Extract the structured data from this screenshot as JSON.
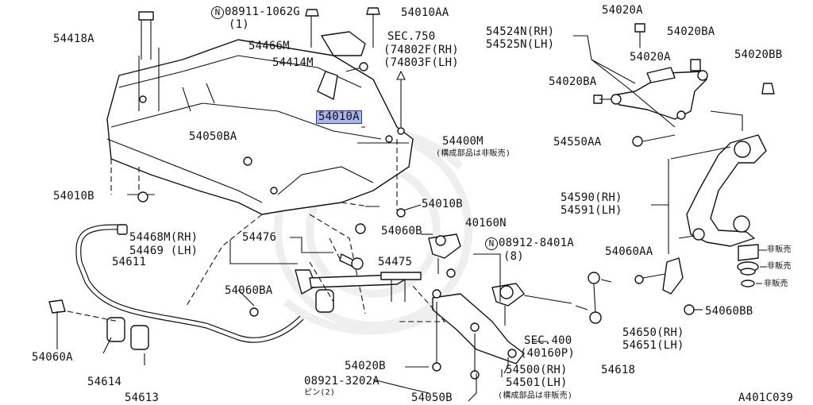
{
  "diagram": {
    "code": "A401C039",
    "labels": {
      "p08911": "08911-1062G",
      "p08911_qty": "(1)",
      "p54010AA": "54010AA",
      "p54418A": "54418A",
      "p54466M": "54466M",
      "p54414M": "54414M",
      "p54010A": "54010A",
      "sec750": "SEC.750",
      "sec750_rh": "(74802F(RH)",
      "sec750_lh": "(74803F(LH)",
      "p54400M": "54400M",
      "note_not_sold_parts": "(構成部品は非販売)",
      "p54050BA": "54050BA",
      "p54010B_left": "54010B",
      "p54010B_mid": "54010B",
      "p54060B": "54060B",
      "p40160N": "40160N",
      "p54468M": "54468M(RH)",
      "p54469": "54469 (LH)",
      "p54476": "54476",
      "p54611": "54611",
      "p54475": "54475",
      "p08912": "08912-8401A",
      "p08912_qty": "(8)",
      "p54060BA": "54060BA",
      "p54060A": "54060A",
      "p54614": "54614",
      "p54613": "54613",
      "p54020B": "54020B",
      "p08921": "08921-3202A",
      "pin2": "ピン(2)",
      "p54050B": "54050B",
      "sec400": "SEC.400",
      "sec400_sub": "(40160P)",
      "p54500": "54500(RH)",
      "p54501": "54501(LH)",
      "note_not_sold_parts2": "(構成部品は非販売)",
      "p54618": "54618",
      "p54060AA": "54060AA",
      "p54650": "54650(RH)",
      "p54651": "54651(LH)",
      "p54060BB": "54060BB",
      "p54590": "54590(RH)",
      "p54591": "54591(LH)",
      "not_sold_1": "非販売",
      "not_sold_2": "非販売",
      "not_sold_3": "非販売",
      "p54550AA": "54550AA",
      "p54020A_top": "54020A",
      "p54020BA_top": "54020BA",
      "p54524N": "54524N(RH)",
      "p54525N": "54525N(LH)",
      "p54020A_mid": "54020A",
      "p54020BB": "54020BB",
      "p54020BA_left": "54020BA",
      "n_mark": "N"
    }
  }
}
